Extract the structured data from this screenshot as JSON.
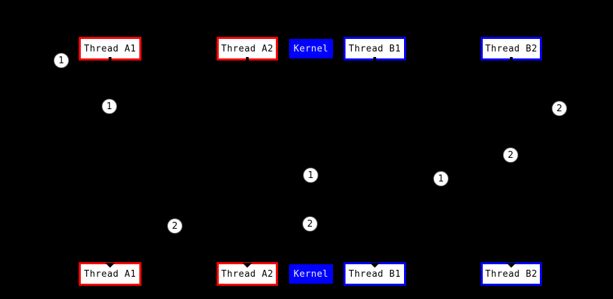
{
  "diagram": {
    "background_color": "#000000",
    "colors": {
      "thread_a_border": "#ff0000",
      "thread_b_border": "#0000ff",
      "kernel_fill": "#0000ff",
      "box_fill": "#ffffff",
      "box_text": "#000000",
      "kernel_text": "#f0f0f0",
      "marker_fill": "#ffffff",
      "marker_text": "#000000"
    },
    "actors": {
      "top": [
        {
          "label": "Thread A1"
        },
        {
          "label": "Thread A2"
        },
        {
          "label": "Kernel"
        },
        {
          "label": "Thread B1"
        },
        {
          "label": "Thread B2"
        }
      ],
      "bottom": [
        {
          "label": "Thread A1"
        },
        {
          "label": "Thread A2"
        },
        {
          "label": "Kernel"
        },
        {
          "label": "Thread B1"
        },
        {
          "label": "Thread B2"
        }
      ]
    },
    "markers": [
      {
        "label": "1"
      },
      {
        "label": "1"
      },
      {
        "label": "2"
      },
      {
        "label": "2"
      },
      {
        "label": "1"
      },
      {
        "label": "1"
      },
      {
        "label": "2"
      },
      {
        "label": "2"
      }
    ]
  }
}
